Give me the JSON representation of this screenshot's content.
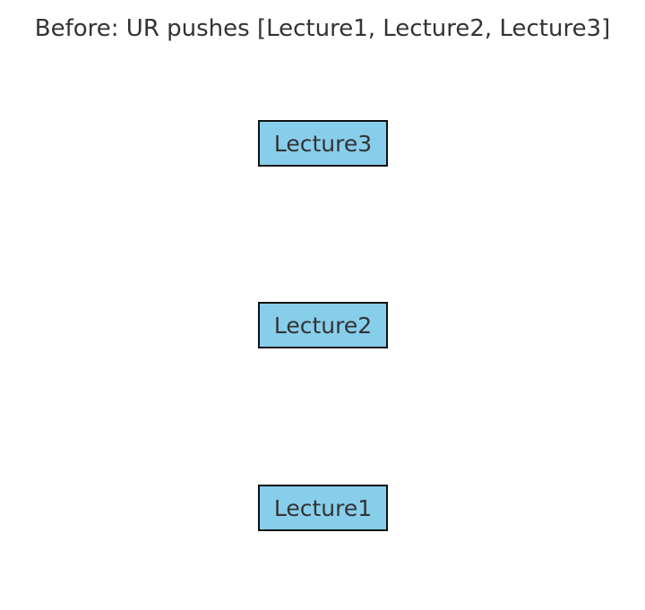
{
  "diagram": {
    "title": "Before: UR pushes [Lecture1, Lecture2, Lecture3]",
    "box_color": "#87ceeb",
    "border_color": "#111111",
    "text_color": "#333333",
    "stack": [
      {
        "label": "Lecture3"
      },
      {
        "label": "Lecture2"
      },
      {
        "label": "Lecture1"
      }
    ]
  }
}
